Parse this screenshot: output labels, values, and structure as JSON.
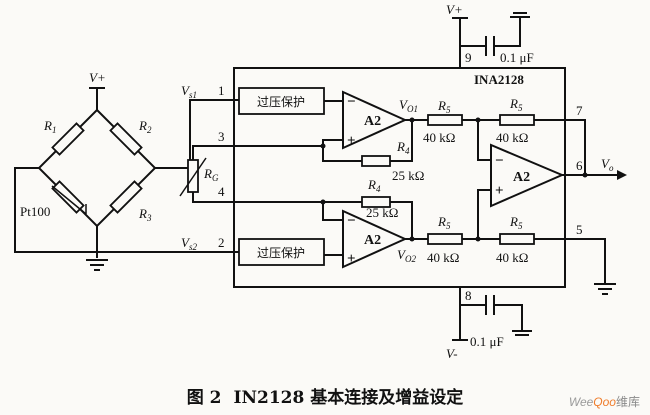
{
  "supply": {
    "vplus": "V+",
    "vminus": "V-"
  },
  "chip": {
    "name": "INA2128"
  },
  "bridge": {
    "r1": "R",
    "r1_sub": "1",
    "r2": "R",
    "r2_sub": "2",
    "r3": "R",
    "r3_sub": "3",
    "sensor": "Pt100"
  },
  "signals": {
    "vs1": "V",
    "vs1_sub": "s1",
    "vs2": "V",
    "vs2_sub": "s2",
    "vo1": "V",
    "vo1_sub": "O1",
    "vo2": "V",
    "vo2_sub": "O2",
    "vo": "V",
    "vo_sub": "o"
  },
  "gain_resistor": {
    "label": "R",
    "sub": "G"
  },
  "pins": {
    "p1": "1",
    "p2": "2",
    "p3": "3",
    "p4": "4",
    "p5": "5",
    "p6": "6",
    "p7": "7",
    "p8": "8",
    "p9": "9"
  },
  "blocks": {
    "protect_top": "过压保护",
    "protect_bottom": "过压保护"
  },
  "amplifiers": {
    "top": "A2",
    "bottom": "A2",
    "output": "A2",
    "minus": "−",
    "plus": "+"
  },
  "resistors": {
    "r4_top": "R",
    "r4_top_sub": "4",
    "r4_top_value": "25 kΩ",
    "r4_bot": "R",
    "r4_bot_sub": "4",
    "r4_bot_value": "25 kΩ",
    "r5_top_left": "R",
    "r5_top_left_sub": "5",
    "r5_top_left_value": "40 kΩ",
    "r5_top_right": "R",
    "r5_top_right_sub": "5",
    "r5_top_right_value": "40 kΩ",
    "r5_bot_left": "R",
    "r5_bot_left_sub": "5",
    "r5_bot_left_value": "40 kΩ",
    "r5_bot_right": "R",
    "r5_bot_right_sub": "5",
    "r5_bot_right_value": "40 kΩ"
  },
  "capacitors": {
    "top_value": "0.1 μF",
    "bottom_value": "0.1 μF"
  },
  "caption": {
    "figure": "图 2",
    "text": "IN2128 基本连接及增益设定"
  },
  "watermark": {
    "part1": "Wee",
    "part2": "Qoo",
    "part3": "维库"
  }
}
